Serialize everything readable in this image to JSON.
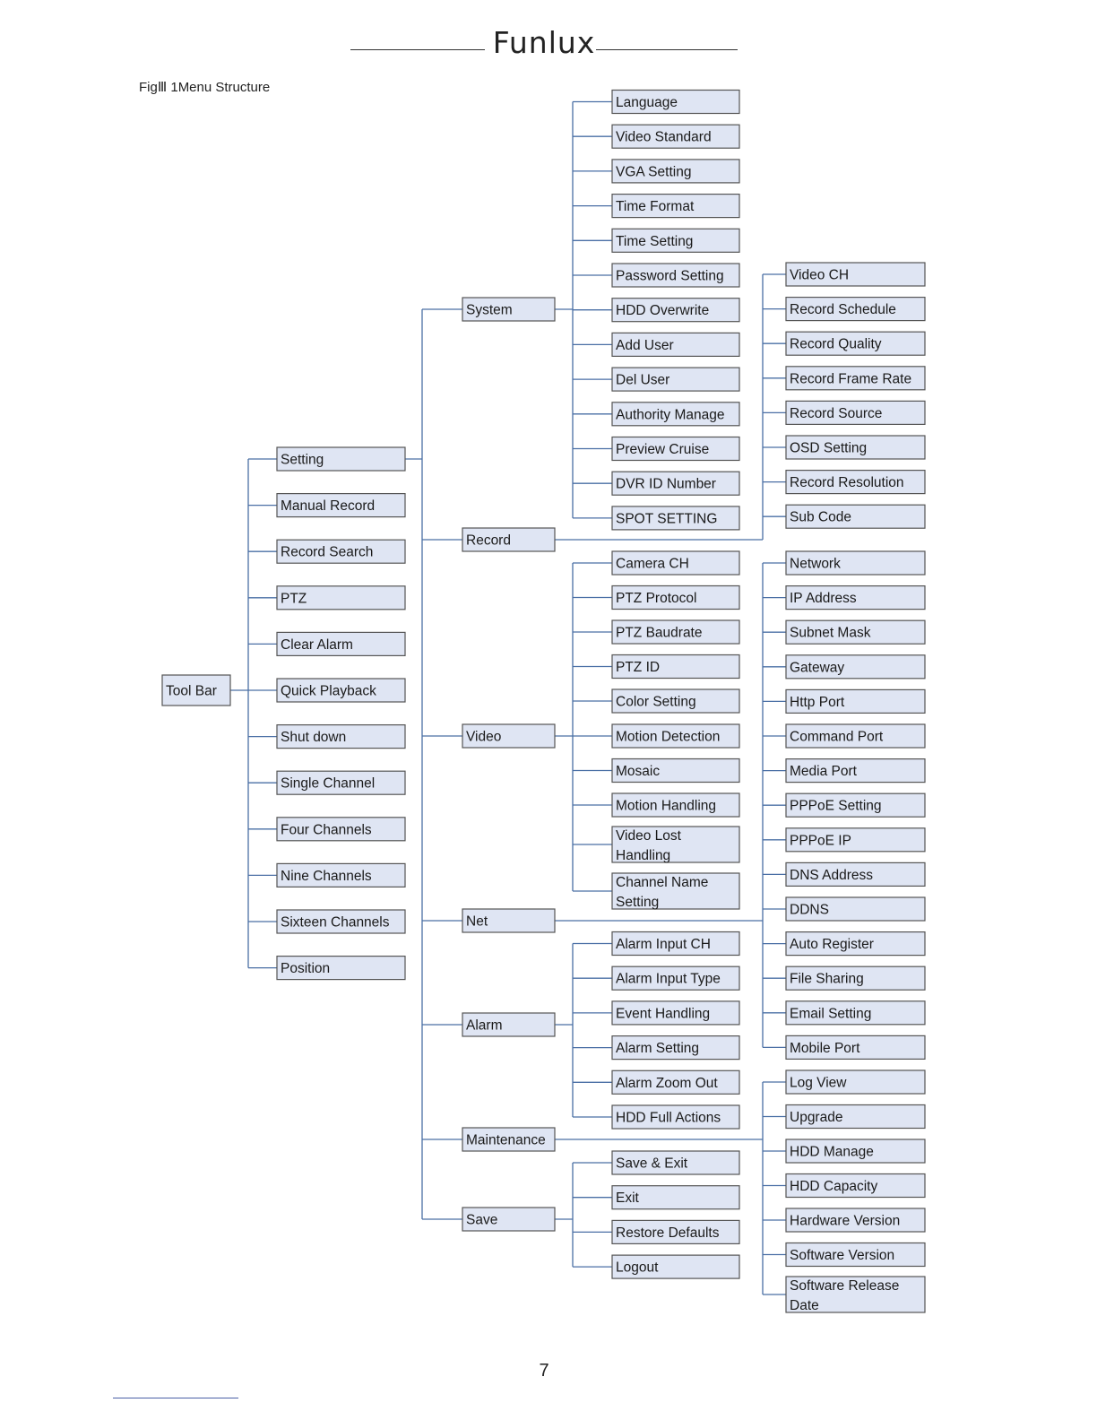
{
  "header": {
    "logo_text": "Funlux"
  },
  "caption": "FigⅢ 1Menu Structure",
  "page_number": "7",
  "colors": {
    "box_fill": "#dfe5f3",
    "box_border": "#555555",
    "connector": "#4a6fa5"
  },
  "menu": {
    "label": "Tool Bar",
    "children": [
      {
        "label": "Setting",
        "children": [
          {
            "label": "System",
            "children": [
              "Language",
              "Video Standard",
              "VGA Setting",
              "Time Format",
              "Time Setting",
              "Password Setting",
              "HDD Overwrite",
              "Add User",
              "Del User",
              "Authority Manage",
              "Preview Cruise",
              "DVR ID Number",
              "SPOT SETTING"
            ]
          },
          {
            "label": "Record",
            "children": [
              "Video CH",
              "Record Schedule",
              "Record Quality",
              "Record Frame Rate",
              "Record Source",
              "OSD Setting",
              "Record Resolution",
              "Sub Code"
            ]
          },
          {
            "label": "Video",
            "children": [
              "Camera CH",
              "PTZ Protocol",
              "PTZ Baudrate",
              "PTZ ID",
              "Color Setting",
              "Motion Detection",
              "Mosaic",
              "Motion Handling",
              "Video Lost Handling",
              "Channel Name Setting"
            ]
          },
          {
            "label": "Net",
            "children": [
              "Network",
              "IP Address",
              "Subnet Mask",
              "Gateway",
              "Http Port",
              "Command Port",
              "Media Port",
              "PPPoE Setting",
              "PPPoE IP",
              "DNS Address",
              "DDNS",
              "Auto Register",
              "File Sharing",
              "Email Setting",
              "Mobile Port"
            ]
          },
          {
            "label": "Alarm",
            "children": [
              "Alarm Input CH",
              "Alarm Input Type",
              "Event Handling",
              "Alarm Setting",
              "Alarm Zoom Out",
              "HDD Full Actions"
            ]
          },
          {
            "label": "Maintenance",
            "children": [
              "Log View",
              "Upgrade",
              "HDD Manage",
              "HDD Capacity",
              "Hardware Version",
              "Software Version",
              "Software Release Date"
            ]
          },
          {
            "label": "Save",
            "children": [
              "Save & Exit",
              "Exit",
              "Restore Defaults",
              "Logout"
            ]
          }
        ]
      },
      {
        "label": "Manual  Record"
      },
      {
        "label": "Record Search"
      },
      {
        "label": "PTZ"
      },
      {
        "label": "Clear Alarm"
      },
      {
        "label": "Quick Playback"
      },
      {
        "label": "Shut down"
      },
      {
        "label": "Single Channel"
      },
      {
        "label": "Four Channels"
      },
      {
        "label": "Nine Channels"
      },
      {
        "label": "Sixteen Channels"
      },
      {
        "label": "Position"
      }
    ]
  }
}
